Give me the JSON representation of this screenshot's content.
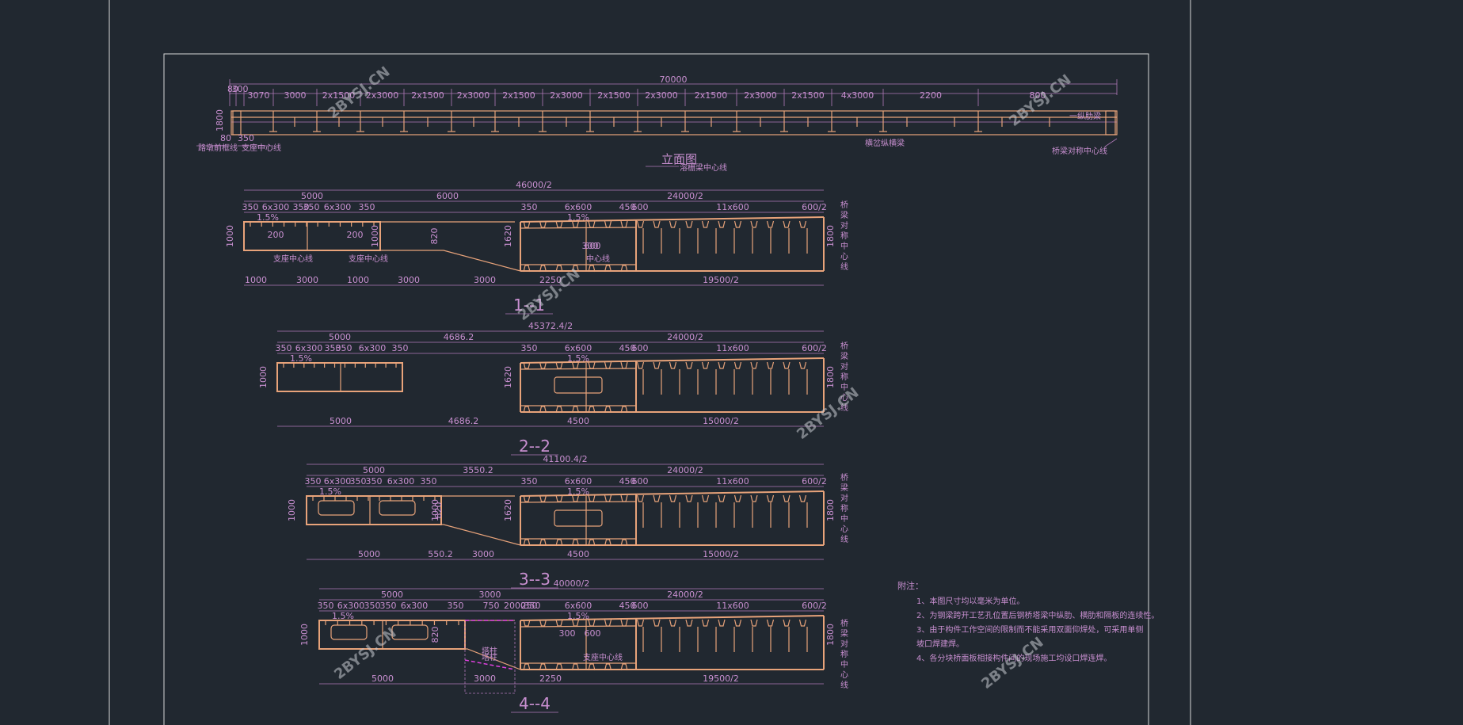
{
  "elevation": {
    "total": "70000",
    "segments": [
      "80",
      "300",
      "3070",
      "3000",
      "2x1500",
      "2x3000",
      "2x1500",
      "2x3000",
      "2x1500",
      "2x3000",
      "2x1500",
      "2x3000",
      "2x1500",
      "2x3000",
      "2x1500",
      "4x3000",
      "2200",
      "800"
    ],
    "left_dims": [
      "1800",
      "80",
      "350"
    ],
    "title": "立面图",
    "labels": {
      "left1": "路墩前框线",
      "left2": "支座中心线",
      "center": "溶栅梁中心线",
      "mid": "横岔纵横梁",
      "right1": "一纵肋梁",
      "right2": "桥梁对称中心线"
    }
  },
  "section1": {
    "name": "1--1",
    "total": "46000/2",
    "top": [
      "5000",
      "6000",
      "24000/2"
    ],
    "sub": [
      "350",
      "6x300",
      "350",
      "350",
      "6x300",
      "350",
      "350",
      "6x600",
      "450",
      "600",
      "11x600",
      "600/2"
    ],
    "slope": [
      "1.5%",
      "1.5%"
    ],
    "heights": [
      "1000",
      "1000",
      "820",
      "1620",
      "1800"
    ],
    "bottom": [
      "1000",
      "3000",
      "1000",
      "3000",
      "3000",
      "2250",
      "19500/2"
    ],
    "inner": [
      "200",
      "200",
      "300",
      "600"
    ],
    "labels": [
      "支座中心线",
      "支座中心线",
      "中心线"
    ]
  },
  "section2": {
    "name": "2--2",
    "total": "45372.4/2",
    "top": [
      "5000",
      "4686.2",
      "24000/2"
    ],
    "sub": [
      "350",
      "6x300",
      "350",
      "350",
      "6x300",
      "350",
      "350",
      "6x600",
      "450",
      "600",
      "11x600",
      "600/2"
    ],
    "slope": [
      "1.5%",
      "1.5%",
      "1.5%"
    ],
    "heights": [
      "1000",
      "1620",
      "1800"
    ],
    "bottom": [
      "5000",
      "4686.2",
      "4500",
      "15000/2"
    ]
  },
  "section3": {
    "name": "3--3",
    "total": "41100.4/2",
    "top": [
      "5000",
      "3550.2",
      "24000/2"
    ],
    "sub": [
      "350",
      "6x300",
      "350",
      "350",
      "6x300",
      "350",
      "350",
      "6x600",
      "450",
      "600",
      "11x600",
      "600/2"
    ],
    "slope": [
      "1.5%",
      "1.5%",
      "1.5%"
    ],
    "heights": [
      "1000",
      "1000",
      "820",
      "1620",
      "1800"
    ],
    "bottom": [
      "5000",
      "3000",
      "550.2",
      "4500",
      "15000/2"
    ]
  },
  "section4": {
    "name": "4--4",
    "total": "40000/2",
    "top": [
      "5000",
      "3000",
      "24000/2"
    ],
    "sub": [
      "350",
      "6x300",
      "350",
      "350",
      "6x300",
      "350",
      "750",
      "2000",
      "250",
      "350",
      "6x600",
      "450",
      "600",
      "11x600",
      "600/2"
    ],
    "slope": [
      "1.5%",
      "1.5%"
    ],
    "heights": [
      "1000",
      "820",
      "1800"
    ],
    "bottom": [
      "5000",
      "3000",
      "2250",
      "19500/2"
    ],
    "inner": [
      "300",
      "600"
    ],
    "labels": [
      "塔柱",
      "支座中心线"
    ]
  },
  "symmetry_label": [
    "桥",
    "梁",
    "对",
    "称",
    "中",
    "心",
    "线"
  ],
  "notes": {
    "title": "附注：",
    "items": [
      "1、本图尺寸均以毫米为单位。",
      "2、为钢梁跨开工艺孔位置后钢桥塔梁中纵肋、横肋和隔板的连续性。",
      "3、由于构件工作空间的限制而不能采用双面仰焊处，可采用单侧",
      "坡口焊建焊。",
      "4、各分块桥面板相接构件间的现场施工均设口焊连焊。"
    ]
  },
  "watermark": "2BYSJ.CN"
}
